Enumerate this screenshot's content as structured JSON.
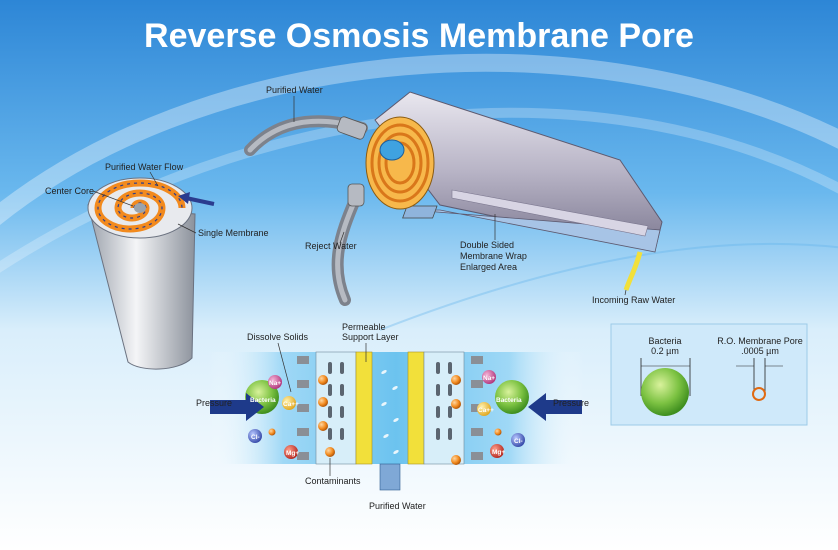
{
  "title": "Reverse Osmosis Membrane Pore",
  "labels": {
    "purified_water_top": "Purified Water",
    "purified_water_flow": "Purified Water Flow",
    "center_core": "Center Core",
    "single_membrane": "Single Membrane",
    "reject_water": "Reject Water",
    "double_sided_1": "Double Sided",
    "double_sided_2": "Membrane Wrap",
    "double_sided_3": "Enlarged Area",
    "incoming_raw_water": "Incoming Raw Water",
    "dissolve_solids": "Dissolve Solids",
    "permeable_1": "Permeable",
    "permeable_2": "Support Layer",
    "pressure_left": "Pressure",
    "pressure_right": "Pressure",
    "contaminants": "Contaminants",
    "purified_water_bottom": "Purified Water"
  },
  "ions": {
    "na": "Na+",
    "ca": "Ca++",
    "cl": "Cl-",
    "mg": "Mg+",
    "bacteria": "Bacteria"
  },
  "comparison": {
    "bacteria_label": "Bacteria",
    "bacteria_size": "0.2 µm",
    "pore_label": "R.O. Membrane Pore",
    "pore_size": ".0005 µm"
  },
  "colors": {
    "title": "#ffffff",
    "background_blue": "#4aa6e8",
    "membrane_orange": "#f28a1e",
    "support_yellow": "#f2e03a",
    "bacteria_green": "#7cc242",
    "arrow_navy": "#1e3a8a",
    "water_light_blue": "#bfe7f9"
  }
}
